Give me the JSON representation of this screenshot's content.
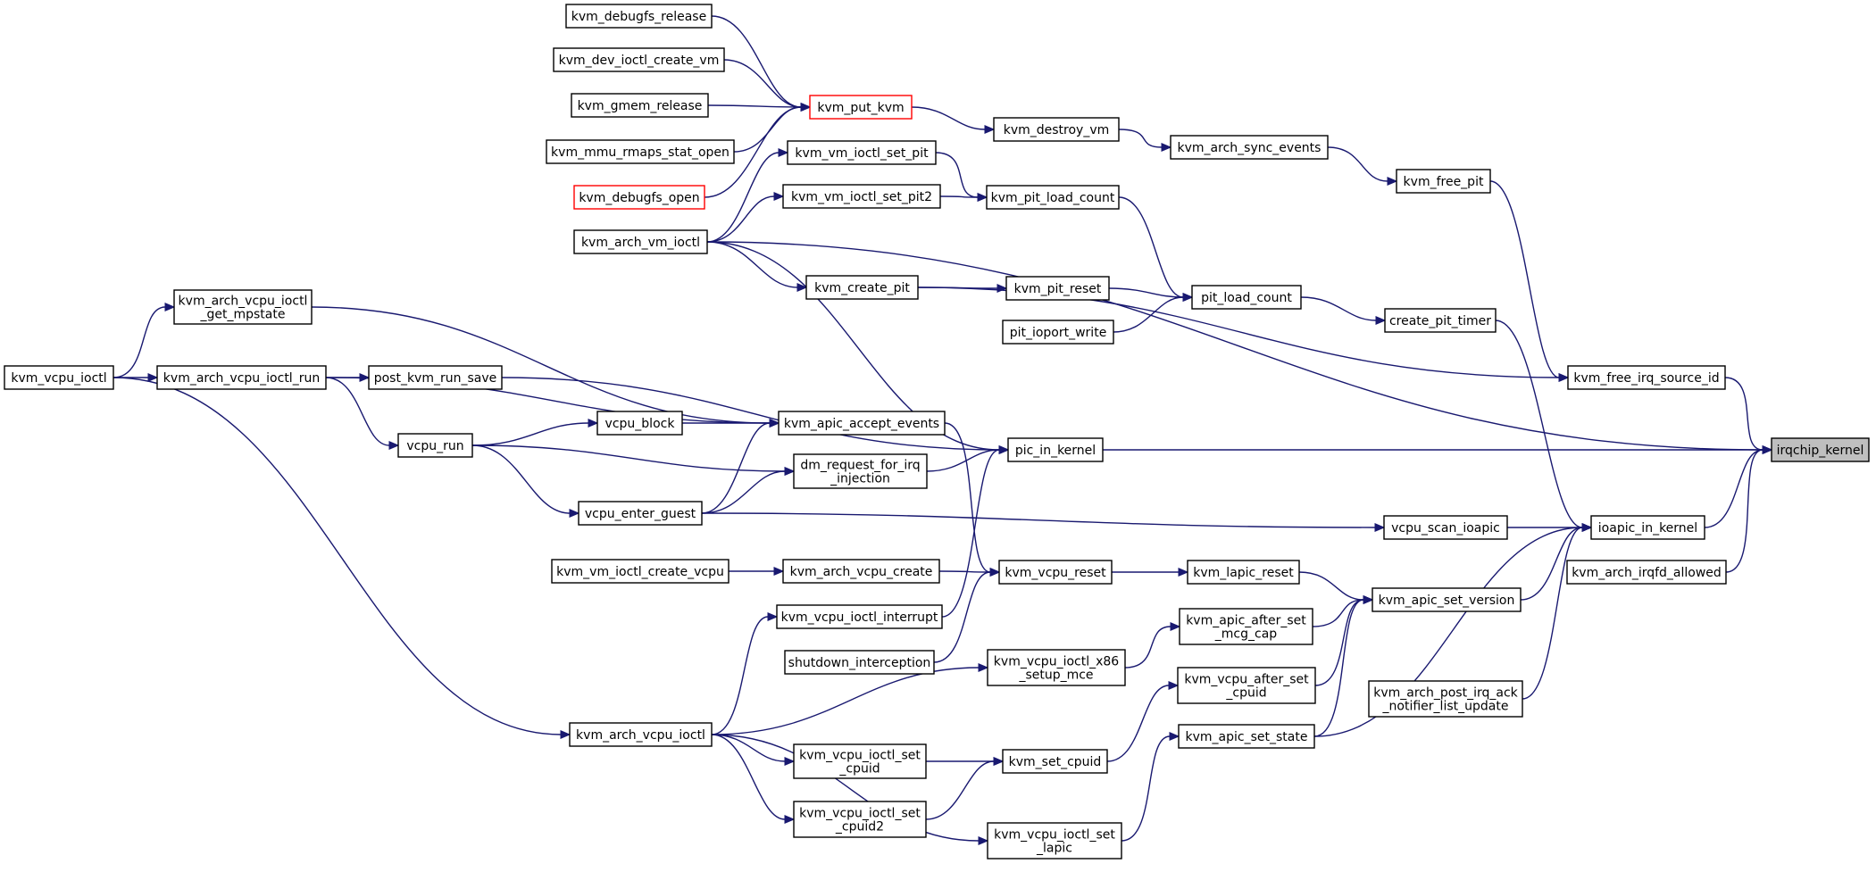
{
  "nodes": [
    {
      "id": "kvm_debugfs_release",
      "lines": [
        "kvm_debugfs_release"
      ],
      "style": "normal"
    },
    {
      "id": "kvm_dev_ioctl_create_vm",
      "lines": [
        "kvm_dev_ioctl_create_vm"
      ],
      "style": "normal"
    },
    {
      "id": "kvm_gmem_release",
      "lines": [
        "kvm_gmem_release"
      ],
      "style": "normal"
    },
    {
      "id": "kvm_mmu_rmaps_stat_open",
      "lines": [
        "kvm_mmu_rmaps_stat_open"
      ],
      "style": "normal"
    },
    {
      "id": "kvm_debugfs_open",
      "lines": [
        "kvm_debugfs_open"
      ],
      "style": "red"
    },
    {
      "id": "kvm_put_kvm",
      "lines": [
        "kvm_put_kvm"
      ],
      "style": "red"
    },
    {
      "id": "kvm_destroy_vm",
      "lines": [
        "kvm_destroy_vm"
      ],
      "style": "normal"
    },
    {
      "id": "kvm_arch_sync_events",
      "lines": [
        "kvm_arch_sync_events"
      ],
      "style": "normal"
    },
    {
      "id": "kvm_free_pit",
      "lines": [
        "kvm_free_pit"
      ],
      "style": "normal"
    },
    {
      "id": "kvm_vm_ioctl_set_pit",
      "lines": [
        "kvm_vm_ioctl_set_pit"
      ],
      "style": "normal"
    },
    {
      "id": "kvm_vm_ioctl_set_pit2",
      "lines": [
        "kvm_vm_ioctl_set_pit2"
      ],
      "style": "normal"
    },
    {
      "id": "kvm_pit_load_count",
      "lines": [
        "kvm_pit_load_count"
      ],
      "style": "normal"
    },
    {
      "id": "kvm_arch_vm_ioctl",
      "lines": [
        "kvm_arch_vm_ioctl"
      ],
      "style": "normal"
    },
    {
      "id": "kvm_create_pit",
      "lines": [
        "kvm_create_pit"
      ],
      "style": "normal"
    },
    {
      "id": "kvm_pit_reset",
      "lines": [
        "kvm_pit_reset"
      ],
      "style": "normal"
    },
    {
      "id": "pit_load_count",
      "lines": [
        "pit_load_count"
      ],
      "style": "normal"
    },
    {
      "id": "pit_ioport_write",
      "lines": [
        "pit_ioport_write"
      ],
      "style": "normal"
    },
    {
      "id": "create_pit_timer",
      "lines": [
        "create_pit_timer"
      ],
      "style": "normal"
    },
    {
      "id": "kvm_arch_vcpu_ioctl_get_mpstate",
      "lines": [
        "kvm_arch_vcpu_ioctl",
        "_get_mpstate"
      ],
      "style": "normal"
    },
    {
      "id": "kvm_vcpu_ioctl",
      "lines": [
        "kvm_vcpu_ioctl"
      ],
      "style": "normal"
    },
    {
      "id": "kvm_arch_vcpu_ioctl_run",
      "lines": [
        "kvm_arch_vcpu_ioctl_run"
      ],
      "style": "normal"
    },
    {
      "id": "post_kvm_run_save",
      "lines": [
        "post_kvm_run_save"
      ],
      "style": "normal"
    },
    {
      "id": "kvm_free_irq_source_id",
      "lines": [
        "kvm_free_irq_source_id"
      ],
      "style": "normal"
    },
    {
      "id": "vcpu_block",
      "lines": [
        "vcpu_block"
      ],
      "style": "normal"
    },
    {
      "id": "kvm_apic_accept_events",
      "lines": [
        "kvm_apic_accept_events"
      ],
      "style": "normal"
    },
    {
      "id": "vcpu_run",
      "lines": [
        "vcpu_run"
      ],
      "style": "normal"
    },
    {
      "id": "pic_in_kernel",
      "lines": [
        "pic_in_kernel"
      ],
      "style": "normal"
    },
    {
      "id": "irqchip_kernel",
      "lines": [
        "irqchip_kernel"
      ],
      "style": "gray"
    },
    {
      "id": "dm_request_for_irq_injection",
      "lines": [
        "dm_request_for_irq",
        "_injection"
      ],
      "style": "normal"
    },
    {
      "id": "vcpu_enter_guest",
      "lines": [
        "vcpu_enter_guest"
      ],
      "style": "normal"
    },
    {
      "id": "vcpu_scan_ioapic",
      "lines": [
        "vcpu_scan_ioapic"
      ],
      "style": "normal"
    },
    {
      "id": "ioapic_in_kernel",
      "lines": [
        "ioapic_in_kernel"
      ],
      "style": "normal"
    },
    {
      "id": "kvm_vm_ioctl_create_vcpu",
      "lines": [
        "kvm_vm_ioctl_create_vcpu"
      ],
      "style": "normal"
    },
    {
      "id": "kvm_arch_vcpu_create",
      "lines": [
        "kvm_arch_vcpu_create"
      ],
      "style": "normal"
    },
    {
      "id": "kvm_vcpu_reset",
      "lines": [
        "kvm_vcpu_reset"
      ],
      "style": "normal"
    },
    {
      "id": "kvm_lapic_reset",
      "lines": [
        "kvm_lapic_reset"
      ],
      "style": "normal"
    },
    {
      "id": "kvm_arch_irqfd_allowed",
      "lines": [
        "kvm_arch_irqfd_allowed"
      ],
      "style": "normal"
    },
    {
      "id": "kvm_apic_set_version",
      "lines": [
        "kvm_apic_set_version"
      ],
      "style": "normal"
    },
    {
      "id": "kvm_vcpu_ioctl_interrupt",
      "lines": [
        "kvm_vcpu_ioctl_interrupt"
      ],
      "style": "normal"
    },
    {
      "id": "kvm_apic_after_set_mcg_cap",
      "lines": [
        "kvm_apic_after_set",
        "_mcg_cap"
      ],
      "style": "normal"
    },
    {
      "id": "shutdown_interception",
      "lines": [
        "shutdown_interception"
      ],
      "style": "normal"
    },
    {
      "id": "kvm_vcpu_ioctl_x86_setup_mce",
      "lines": [
        "kvm_vcpu_ioctl_x86",
        "_setup_mce"
      ],
      "style": "normal"
    },
    {
      "id": "kvm_vcpu_after_set_cpuid",
      "lines": [
        "kvm_vcpu_after_set",
        "_cpuid"
      ],
      "style": "normal"
    },
    {
      "id": "kvm_arch_post_irq_ack_notifier_list_update",
      "lines": [
        "kvm_arch_post_irq_ack",
        "_notifier_list_update"
      ],
      "style": "normal"
    },
    {
      "id": "kvm_arch_vcpu_ioctl",
      "lines": [
        "kvm_arch_vcpu_ioctl"
      ],
      "style": "normal"
    },
    {
      "id": "kvm_apic_set_state",
      "lines": [
        "kvm_apic_set_state"
      ],
      "style": "normal"
    },
    {
      "id": "kvm_vcpu_ioctl_set_cpuid",
      "lines": [
        "kvm_vcpu_ioctl_set",
        "_cpuid"
      ],
      "style": "normal"
    },
    {
      "id": "kvm_set_cpuid",
      "lines": [
        "kvm_set_cpuid"
      ],
      "style": "normal"
    },
    {
      "id": "kvm_vcpu_ioctl_set_cpuid2",
      "lines": [
        "kvm_vcpu_ioctl_set",
        "_cpuid2"
      ],
      "style": "normal"
    },
    {
      "id": "kvm_vcpu_ioctl_set_lapic",
      "lines": [
        "kvm_vcpu_ioctl_set",
        "_lapic"
      ],
      "style": "normal"
    }
  ],
  "edges": [
    [
      "kvm_debugfs_release",
      "kvm_put_kvm"
    ],
    [
      "kvm_dev_ioctl_create_vm",
      "kvm_put_kvm"
    ],
    [
      "kvm_gmem_release",
      "kvm_put_kvm"
    ],
    [
      "kvm_mmu_rmaps_stat_open",
      "kvm_put_kvm"
    ],
    [
      "kvm_debugfs_open",
      "kvm_put_kvm"
    ],
    [
      "kvm_put_kvm",
      "kvm_destroy_vm"
    ],
    [
      "kvm_destroy_vm",
      "kvm_arch_sync_events"
    ],
    [
      "kvm_arch_sync_events",
      "kvm_free_pit"
    ],
    [
      "kvm_free_pit",
      "kvm_free_irq_source_id"
    ],
    [
      "kvm_vm_ioctl_set_pit",
      "kvm_pit_load_count"
    ],
    [
      "kvm_vm_ioctl_set_pit2",
      "kvm_pit_load_count"
    ],
    [
      "kvm_pit_load_count",
      "pit_load_count"
    ],
    [
      "kvm_arch_vm_ioctl",
      "kvm_vm_ioctl_set_pit"
    ],
    [
      "kvm_arch_vm_ioctl",
      "kvm_vm_ioctl_set_pit2"
    ],
    [
      "kvm_arch_vm_ioctl",
      "kvm_create_pit"
    ],
    [
      "kvm_arch_vm_ioctl",
      "pic_in_kernel"
    ],
    [
      "kvm_arch_vm_ioctl",
      "irqchip_kernel"
    ],
    [
      "kvm_create_pit",
      "kvm_pit_reset"
    ],
    [
      "kvm_create_pit",
      "kvm_free_irq_source_id"
    ],
    [
      "kvm_pit_reset",
      "pit_load_count"
    ],
    [
      "pit_ioport_write",
      "pit_load_count"
    ],
    [
      "pit_load_count",
      "create_pit_timer"
    ],
    [
      "create_pit_timer",
      "ioapic_in_kernel"
    ],
    [
      "kvm_vcpu_ioctl",
      "kvm_arch_vcpu_ioctl_get_mpstate"
    ],
    [
      "kvm_vcpu_ioctl",
      "kvm_arch_vcpu_ioctl_run"
    ],
    [
      "kvm_vcpu_ioctl",
      "kvm_arch_vcpu_ioctl"
    ],
    [
      "kvm_arch_vcpu_ioctl_get_mpstate",
      "kvm_apic_accept_events"
    ],
    [
      "kvm_arch_vcpu_ioctl_run",
      "post_kvm_run_save"
    ],
    [
      "kvm_arch_vcpu_ioctl_run",
      "kvm_apic_accept_events"
    ],
    [
      "kvm_arch_vcpu_ioctl_run",
      "vcpu_run"
    ],
    [
      "post_kvm_run_save",
      "pic_in_kernel"
    ],
    [
      "kvm_free_irq_source_id",
      "irqchip_kernel"
    ],
    [
      "vcpu_run",
      "vcpu_block"
    ],
    [
      "vcpu_run",
      "dm_request_for_irq_injection"
    ],
    [
      "vcpu_run",
      "vcpu_enter_guest"
    ],
    [
      "vcpu_block",
      "kvm_apic_accept_events"
    ],
    [
      "vcpu_enter_guest",
      "kvm_apic_accept_events"
    ],
    [
      "vcpu_enter_guest",
      "dm_request_for_irq_injection"
    ],
    [
      "vcpu_enter_guest",
      "vcpu_scan_ioapic"
    ],
    [
      "kvm_apic_accept_events",
      "kvm_vcpu_reset"
    ],
    [
      "dm_request_for_irq_injection",
      "pic_in_kernel"
    ],
    [
      "pic_in_kernel",
      "irqchip_kernel"
    ],
    [
      "vcpu_scan_ioapic",
      "ioapic_in_kernel"
    ],
    [
      "ioapic_in_kernel",
      "irqchip_kernel"
    ],
    [
      "kvm_arch_irqfd_allowed",
      "irqchip_kernel"
    ],
    [
      "kvm_vm_ioctl_create_vcpu",
      "kvm_arch_vcpu_create"
    ],
    [
      "kvm_arch_vcpu_create",
      "kvm_vcpu_reset"
    ],
    [
      "kvm_vcpu_reset",
      "kvm_lapic_reset"
    ],
    [
      "kvm_lapic_reset",
      "kvm_apic_set_version"
    ],
    [
      "kvm_apic_set_version",
      "ioapic_in_kernel"
    ],
    [
      "kvm_vcpu_ioctl_interrupt",
      "pic_in_kernel"
    ],
    [
      "shutdown_interception",
      "kvm_vcpu_reset"
    ],
    [
      "kvm_apic_after_set_mcg_cap",
      "kvm_apic_set_version"
    ],
    [
      "kvm_vcpu_ioctl_x86_setup_mce",
      "kvm_apic_after_set_mcg_cap"
    ],
    [
      "kvm_vcpu_after_set_cpuid",
      "kvm_apic_set_version"
    ],
    [
      "kvm_arch_post_irq_ack_notifier_list_update",
      "ioapic_in_kernel"
    ],
    [
      "kvm_arch_vcpu_ioctl",
      "kvm_vcpu_ioctl_interrupt"
    ],
    [
      "kvm_arch_vcpu_ioctl",
      "kvm_vcpu_ioctl_x86_setup_mce"
    ],
    [
      "kvm_arch_vcpu_ioctl",
      "kvm_vcpu_ioctl_set_cpuid"
    ],
    [
      "kvm_arch_vcpu_ioctl",
      "kvm_vcpu_ioctl_set_cpuid2"
    ],
    [
      "kvm_arch_vcpu_ioctl",
      "kvm_vcpu_ioctl_set_lapic"
    ],
    [
      "kvm_apic_set_state",
      "kvm_apic_set_version"
    ],
    [
      "kvm_apic_set_state",
      "ioapic_in_kernel"
    ],
    [
      "kvm_vcpu_ioctl_set_cpuid",
      "kvm_set_cpuid"
    ],
    [
      "kvm_vcpu_ioctl_set_cpuid2",
      "kvm_set_cpuid"
    ],
    [
      "kvm_set_cpuid",
      "kvm_vcpu_after_set_cpuid"
    ],
    [
      "kvm_vcpu_ioctl_set_lapic",
      "kvm_apic_set_state"
    ]
  ]
}
